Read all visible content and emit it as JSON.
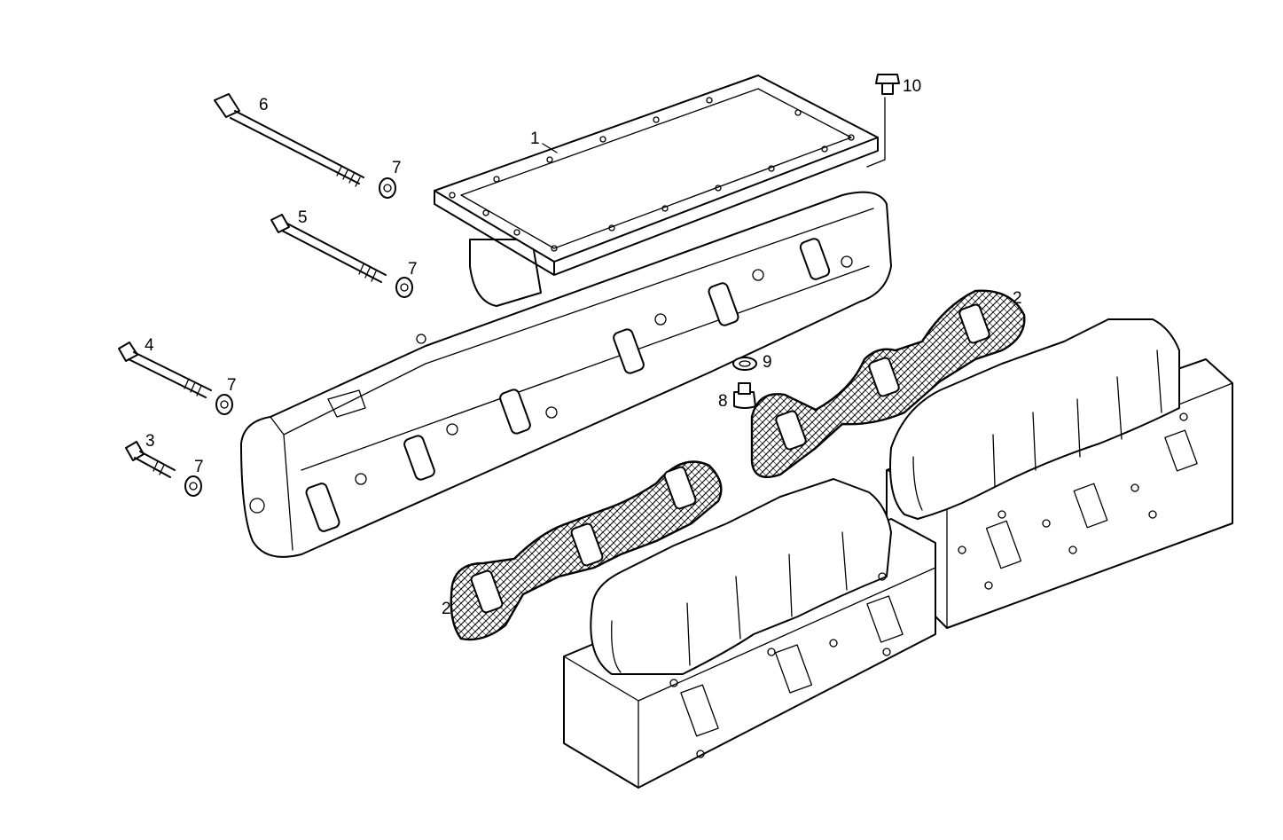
{
  "callouts": {
    "p1": "1",
    "p2a": "2",
    "p2b": "2",
    "p3": "3",
    "p4": "4",
    "p5": "5",
    "p6": "6",
    "p7a": "7",
    "p7b": "7",
    "p7c": "7",
    "p7d": "7",
    "p8": "8",
    "p9": "9",
    "p10": "10"
  }
}
